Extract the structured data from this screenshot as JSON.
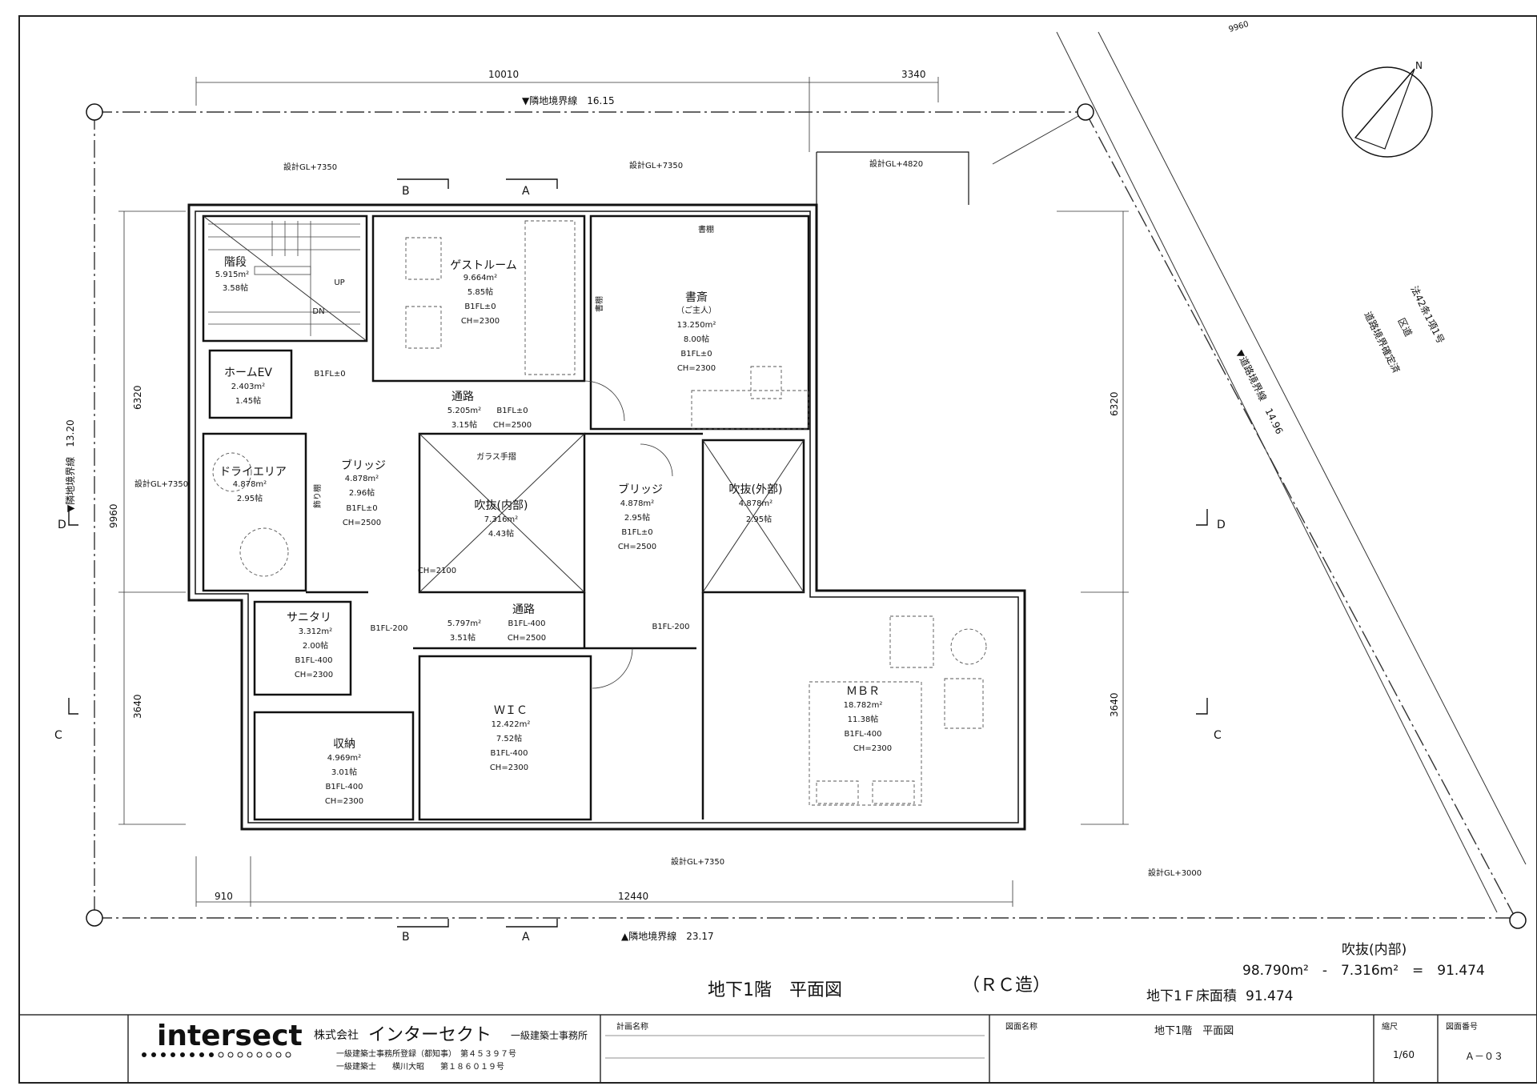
{
  "plan_title": "地下1階　平面図",
  "structure": "（ＲＣ造）",
  "area_calc": {
    "label": "吹抜(内部)",
    "formula": "98.790m²　-　7.316m²　=　91.474",
    "floor_label": "地下1Ｆ床面積",
    "floor_value": "91.474"
  },
  "boundaries": {
    "top": "▼隣地境界線　16.15",
    "bottom": "▲隣地境界線　23.17",
    "left": "▼隣地境界線　13.20",
    "road": "▼道路境界線　14.96",
    "road_note": [
      "法42条1項1号",
      "区道",
      "道路境界確定済"
    ],
    "corner": "9960"
  },
  "dimensions": {
    "top_left": "10010",
    "top_right": "3340",
    "bottom_left": "910",
    "bottom_right": "12440",
    "left_total": "9960",
    "left_upper": "6320",
    "left_lower": "3640",
    "right_upper": "6320",
    "right_lower": "3640"
  },
  "gl_labels": [
    "設計GL+7350",
    "設計GL+7350",
    "設計GL+4820",
    "設計GL+7350",
    "設計GL+7350",
    "設計GL+3000"
  ],
  "section_marks": {
    "B": "B",
    "A": "A",
    "C": "C",
    "D": "D"
  },
  "rooms": {
    "stairs": [
      "階段",
      "5.915m²",
      "3.58帖"
    ],
    "stairs_up": "UP",
    "stairs_dn": "DN",
    "guest": [
      "ゲストルーム",
      "9.664m²",
      "5.85帖",
      "B1FL±0",
      "CH=2300"
    ],
    "study": [
      "書斎",
      "（ご主人）",
      "13.250m²",
      "8.00帖",
      "B1FL±0",
      "CH=2300"
    ],
    "shelf1": "書棚",
    "shelf2": "書棚",
    "ev": [
      "ホームEV",
      "2.403m²",
      "1.45帖"
    ],
    "b1fl_hall": "B1FL±0",
    "corridor1": [
      "通路",
      "5.205m²",
      "3.15帖"
    ],
    "corridor1_fl": [
      "B1FL±0",
      "CH=2500"
    ],
    "glass_rail": "ガラス手摺",
    "dry_area": [
      "ドライエリア",
      "4.878m²",
      "2.95帖"
    ],
    "rail": "飾り棚",
    "bridge1": [
      "ブリッジ",
      "4.878m²",
      "2.96帖",
      "B1FL±0",
      "CH=2500"
    ],
    "void_in": [
      "吹抜(内部)",
      "7.316m²",
      "4.43帖"
    ],
    "bridge2": [
      "ブリッジ",
      "4.878m²",
      "2.95帖",
      "B1FL±0",
      "CH=2500"
    ],
    "void_out": [
      "吹抜(外部)",
      "4.878m²",
      "2.95帖"
    ],
    "ch2100": "CH=2100",
    "sanitary": [
      "サニタリ",
      "3.312m²",
      "2.00帖",
      "B1FL-400",
      "CH=2300"
    ],
    "b1fl200a": "B1FL-200",
    "corridor2": [
      "通路",
      "5.797m²",
      "3.51帖"
    ],
    "corridor2_fl": [
      "B1FL-400",
      "CH=2500"
    ],
    "b1fl200b": "B1FL-200",
    "storage": [
      "収納",
      "4.969m²",
      "3.01帖",
      "B1FL-400",
      "CH=2300"
    ],
    "wic": [
      "ＷＩＣ",
      "12.422m²",
      "7.52帖",
      "B1FL-400",
      "CH=2300"
    ],
    "mbr": [
      "ＭＢＲ",
      "18.782m²",
      "11.38帖",
      "B1FL-400",
      "CH=2300"
    ]
  },
  "north": "N",
  "title_block": {
    "logo": "intersect",
    "company_prefix": "株式会社",
    "company_name": "インターセクト",
    "company_suffix": "一級建築士事務所",
    "reg1": "一級建築士事務所登録（都知事）　第４５３９７号",
    "reg2": "一級建築士　　横川大昭　　第１８６０１９号",
    "project_label": "計画名称",
    "drawing_label": "図面名称",
    "drawing_name": "地下1階　平面図",
    "scale_label": "縮尺",
    "scale_value": "1/60",
    "number_label": "図面番号",
    "number_value": "Ａ－０３"
  }
}
